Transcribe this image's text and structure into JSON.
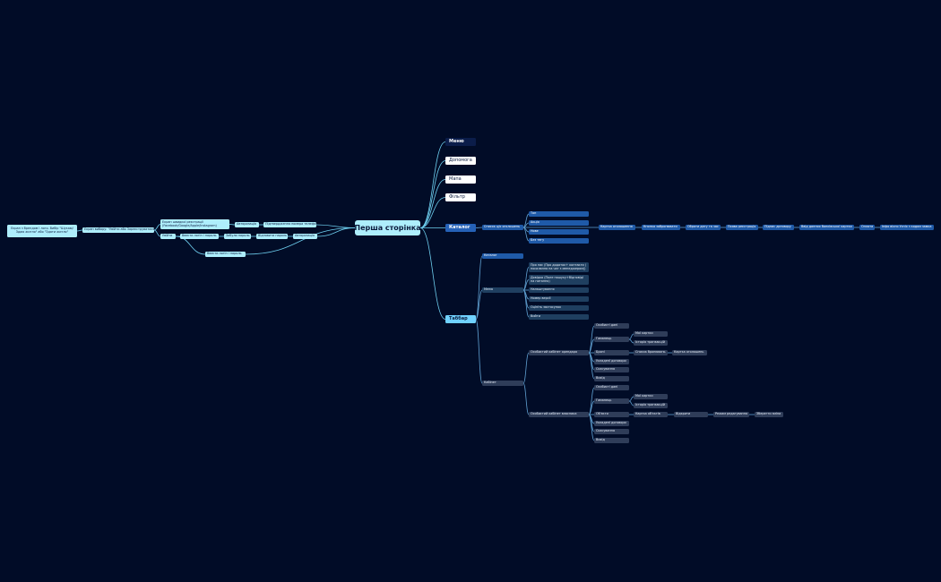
{
  "root": "Перша сторінка",
  "main_branches": [
    "Меню",
    "Допомога",
    "Мапа",
    "Фільтр",
    "Каталог",
    "Таббар"
  ],
  "catalog": {
    "list": "Список ц/о оголошень",
    "filters": [
      "Топ",
      "Акція",
      "Нове",
      "Без тегу"
    ],
    "chain": [
      "Картка оголошення",
      "Кнопка забронювати",
      "Обрати дату та час",
      "Поява реєстрація",
      "Підпис договору",
      "Ввід данних банківської картки",
      "Оплата",
      "Інфо вікно Успіх з кодом замка"
    ]
  },
  "tabbar": {
    "catalog": "Каталог",
    "menu": "Меню",
    "menu_items": [
      "Про нас (Про додаток+ контакти ( посилання на чат з менеджером))",
      "Довідка (Поле пошуку+Відповіді на питання)",
      "Налаштування",
      "Номер версії",
      "Оцініть застосунок",
      "Вийти"
    ],
    "cabinet": "Кабінет",
    "renter_cabinet": "Особистий кабінет орендаря",
    "renter_items": [
      "Особисті дані",
      "Гаманець",
      "Броні",
      "Укладені договори",
      "Скасування",
      "Вихід"
    ],
    "renter_wallet": [
      "Мої картки",
      "Історія транзакцій"
    ],
    "renter_bookings": [
      "Список бронювань",
      "Картка оголошень"
    ],
    "owner_cabinet": "Особистий кабінет власника",
    "owner_items": [
      "Особисті дані",
      "Гаманець",
      "Об'єкти",
      "Укладені договори",
      "Скасування",
      "Вихід"
    ],
    "owner_wallet": [
      "Мої картки",
      "Історія транзакцій"
    ],
    "owner_objects": [
      "Картка об'єктів",
      "Відкрити",
      "Режим редагування",
      "Зберегти зміни"
    ]
  },
  "left": {
    "start": "Екран з брендом і лого. Вибір \"Шукаю/Здаю житло\" або \"Здати житло\"",
    "login": "Екран вибору: \"Увійти або Зареєструватися\"",
    "register_choice": "Екран швидкої реєстрації (Facebook/Google/Apple/Instagram)",
    "authorization": "Авторизація",
    "welcome": "Підтвердження номера телефону",
    "enter": "Увійти",
    "enter_pass": "Ввести логін і пароль",
    "forgot_pass": "Забули пароль",
    "recover_pass": "Відновити пароль",
    "authorization2": "Авторизація",
    "login_pass": "Ввести логін і пароль"
  }
}
